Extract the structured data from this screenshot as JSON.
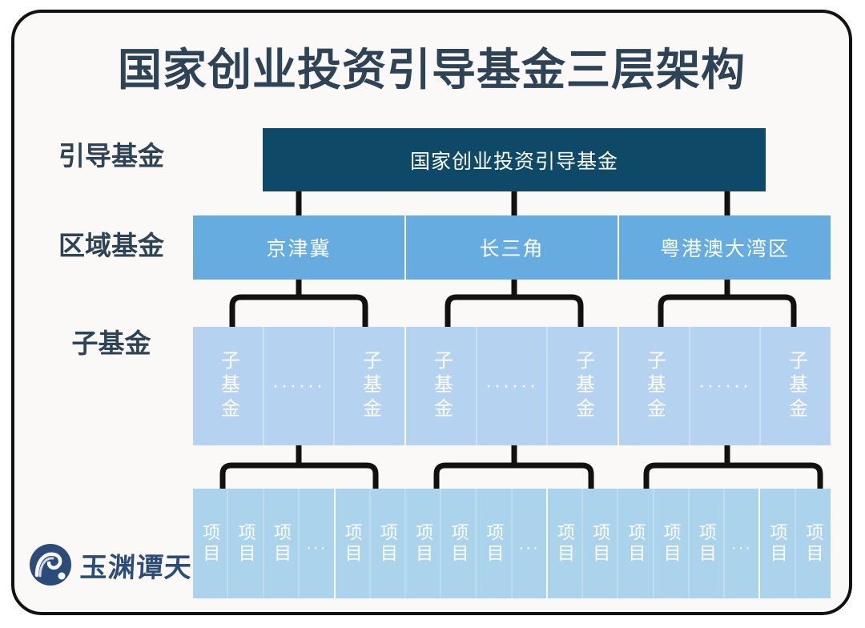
{
  "card": {
    "title": "国家创业投资引导基金三层架构",
    "background_color": "#faf9f7",
    "border_color": "#111111",
    "title_color": "#2f4356"
  },
  "row_labels": {
    "guide": "引导基金",
    "region": "区域基金",
    "sub": "子基金"
  },
  "levels": {
    "guide_fund": {
      "label": "国家创业投资引导基金",
      "color": "#0e4a68",
      "text_color": "#ffffff"
    },
    "regional_funds": {
      "color": "#66ace0",
      "text_color": "#ffffff",
      "items": [
        {
          "label": "京津冀"
        },
        {
          "label": "长三角"
        },
        {
          "label": "粤港澳大湾区"
        }
      ]
    },
    "sub_funds": {
      "color": "#b5d3f0",
      "text_color": "#ffffff",
      "cell_label": "子基金",
      "ellipsis": "······",
      "groups": [
        {
          "parent": "京津冀",
          "cells": [
            "子基金",
            "······",
            "子基金"
          ]
        },
        {
          "parent": "长三角",
          "cells": [
            "子基金",
            "······",
            "子基金"
          ]
        },
        {
          "parent": "粤港澳大湾区",
          "cells": [
            "子基金",
            "······",
            "子基金"
          ]
        }
      ]
    },
    "projects": {
      "color": "#abd3ec",
      "text_color": "#ffffff",
      "cell_label": "项目",
      "ellipsis": "···",
      "groups": [
        {
          "cells": [
            "项目",
            "项目",
            "项目",
            "···"
          ]
        },
        {
          "cells": [
            "项目",
            "项目",
            "项目",
            "项目",
            "项目",
            "···"
          ]
        },
        {
          "cells": [
            "项目",
            "项目",
            "项目",
            "项目",
            "项目",
            "···"
          ]
        },
        {
          "cells": [
            "项目",
            "项目"
          ]
        }
      ]
    }
  },
  "connectors": {
    "color": "#111111",
    "stroke_width": 7
  },
  "logo": {
    "text": "玉渊谭天",
    "mark": "wave-circle-icon",
    "color": "#2d4b77"
  }
}
